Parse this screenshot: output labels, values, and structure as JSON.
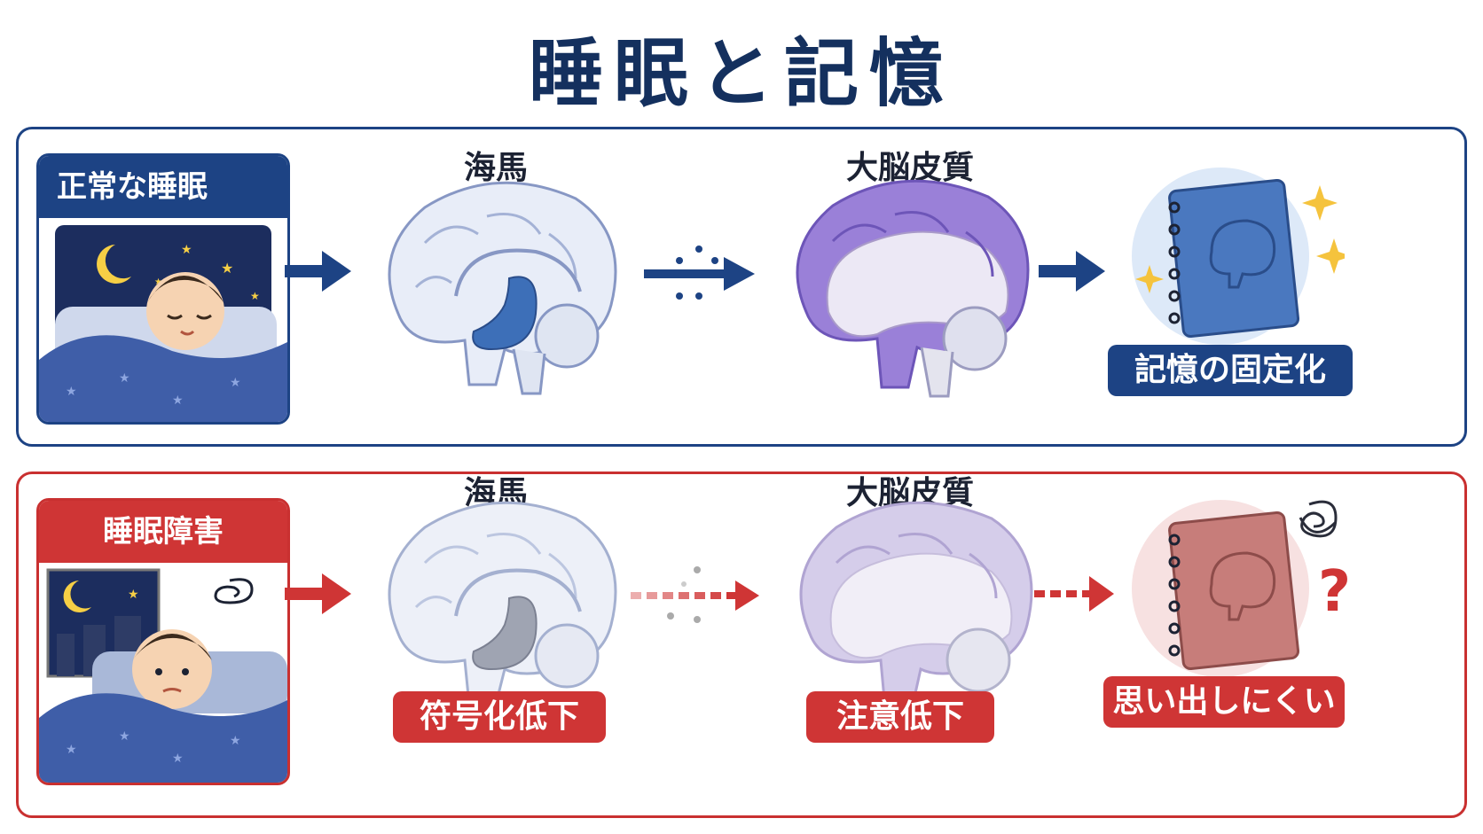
{
  "title": "睡眠と記憶",
  "normal": {
    "card_title": "正常な睡眠",
    "hippocampus_label": "海馬",
    "cortex_label": "大脳皮質",
    "result_label": "記憶の固定化"
  },
  "disorder": {
    "card_title": "睡眠障害",
    "hippocampus_label": "海馬",
    "cortex_label": "大脳皮質",
    "encoding_label": "符号化低下",
    "attention_label": "注意低下",
    "result_label": "思い出しにくい"
  },
  "colors": {
    "navy": "#1d4384",
    "red": "#cf3535",
    "cortex_purple": "#8c6fd0",
    "hippocampus_blue": "#3d6fb8"
  }
}
